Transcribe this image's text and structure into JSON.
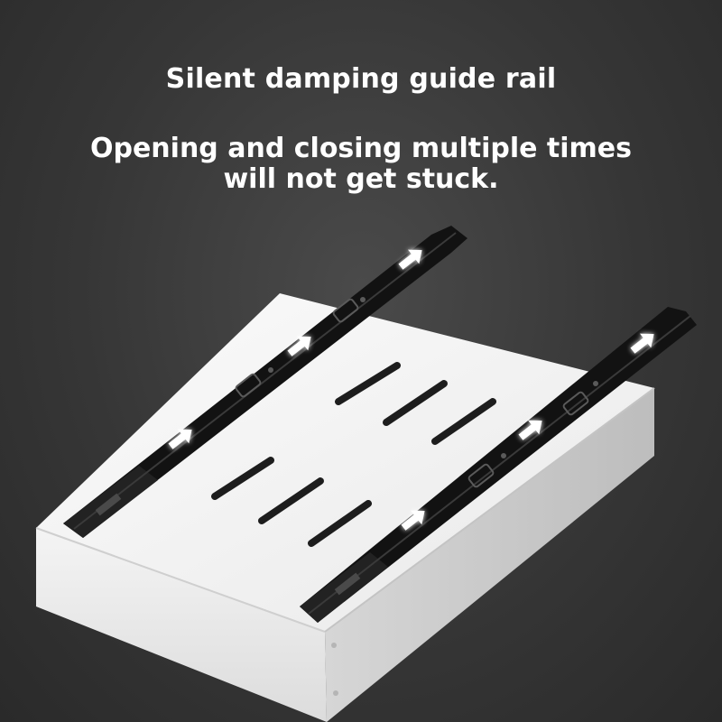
{
  "headline": "Silent damping guide rail",
  "subtext": {
    "line1": "Opening and closing multiple times",
    "line2": "will not get stuck."
  },
  "colors": {
    "background": "#363636",
    "drawer": "#f2f2f2",
    "rail": "#141414",
    "arrow_glow": "#bfefff"
  },
  "icons": [
    "arrow-up-right-icon"
  ]
}
